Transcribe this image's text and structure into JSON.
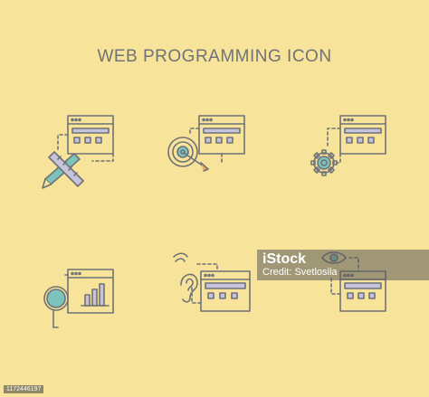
{
  "title": "WEB PROGRAMMING ICON",
  "colors": {
    "background": "#f7e39a",
    "stroke": "#6f7377",
    "window_fill": "#f7e39a",
    "bar_fill": "#c7c3dc",
    "accent_teal": "#7cc3bd",
    "accent_orange": "#e8a75a"
  },
  "icons": [
    {
      "name": "browser-pencil-ruler-icon"
    },
    {
      "name": "browser-target-icon"
    },
    {
      "name": "browser-gear-icon"
    },
    {
      "name": "browser-magnifier-chart-icon"
    },
    {
      "name": "browser-ear-icon"
    },
    {
      "name": "browser-eye-icon"
    }
  ],
  "watermark": {
    "logo": "iStock",
    "credit": "Credit: Svetlosila"
  },
  "footer": {
    "id": "1172446197"
  }
}
